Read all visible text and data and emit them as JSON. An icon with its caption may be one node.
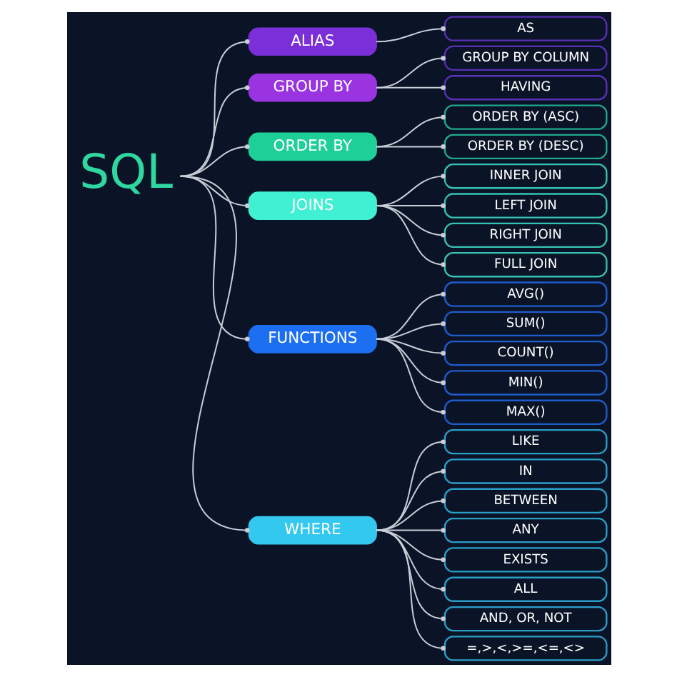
{
  "diagram": {
    "nodes": [
      {
        "text": [
          "SQL"
        ]
      },
      {
        "text": [
          "ALIAS"
        ]
      },
      {
        "text": [
          "GROUP BY"
        ]
      },
      {
        "text": [
          "ORDER BY"
        ]
      },
      {
        "text": [
          "JOINS"
        ]
      },
      {
        "text": [
          "FUNCTIONS"
        ]
      },
      {
        "text": [
          "WHERE"
        ]
      },
      {
        "text": [
          "AS"
        ]
      },
      {
        "text": [
          "GROUP BY COLUMN"
        ]
      },
      {
        "text": [
          "HAVING"
        ]
      },
      {
        "text": [
          "ORDER BY (ASC)"
        ]
      },
      {
        "text": [
          "ORDER BY (DESC)"
        ]
      },
      {
        "text": [
          "INNER JOIN"
        ]
      },
      {
        "text": [
          "LEFT JOIN"
        ]
      },
      {
        "text": [
          "RIGHT JOIN"
        ]
      },
      {
        "text": [
          "FULL JOIN"
        ]
      },
      {
        "text": [
          "AVG()"
        ]
      },
      {
        "text": [
          "SUM()"
        ]
      },
      {
        "text": [
          "COUNT()"
        ]
      },
      {
        "text": [
          "MIN()"
        ]
      },
      {
        "text": [
          "MAX()"
        ]
      },
      {
        "text": [
          "LIKE"
        ]
      },
      {
        "text": [
          "IN"
        ]
      },
      {
        "text": [
          "BETWEEN"
        ]
      },
      {
        "text": [
          "ANY"
        ]
      },
      {
        "text": [
          "EXISTS"
        ]
      },
      {
        "text": [
          "ALL"
        ]
      },
      {
        "text": [
          "AND, OR, NOT"
        ]
      },
      {
        "text": [
          "=,>,<,>=,<=,<>"
        ]
      }
    ],
    "edges": [
      {
        "from": 0,
        "to": 1,
        "arrow": "other"
      },
      {
        "from": 0,
        "to": 2,
        "arrow": "other"
      },
      {
        "from": 0,
        "to": 3,
        "arrow": "other"
      },
      {
        "from": 0,
        "to": 4,
        "arrow": "other"
      },
      {
        "from": 0,
        "to": 5,
        "arrow": "other"
      },
      {
        "from": 0,
        "to": 6,
        "arrow": "other"
      },
      {
        "from": 1,
        "to": 7,
        "arrow": "other"
      },
      {
        "from": 2,
        "to": 8,
        "arrow": "other"
      },
      {
        "from": 2,
        "to": 9,
        "arrow": "other"
      },
      {
        "from": 3,
        "to": 10,
        "arrow": "other"
      },
      {
        "from": 3,
        "to": 11,
        "arrow": "other"
      },
      {
        "from": 4,
        "to": 12,
        "arrow": "other"
      },
      {
        "from": 4,
        "to": 13,
        "arrow": "other"
      },
      {
        "from": 4,
        "to": 14,
        "arrow": "other"
      },
      {
        "from": 4,
        "to": 15,
        "arrow": "other"
      },
      {
        "from": 5,
        "to": 16,
        "arrow": "other"
      },
      {
        "from": 5,
        "to": 17,
        "arrow": "other"
      },
      {
        "from": 5,
        "to": 18,
        "arrow": "other"
      },
      {
        "from": 5,
        "to": 19,
        "arrow": "other"
      },
      {
        "from": 5,
        "to": 20,
        "arrow": "other"
      },
      {
        "from": 6,
        "to": 21,
        "arrow": "other"
      },
      {
        "from": 6,
        "to": 22,
        "arrow": "other"
      },
      {
        "from": 6,
        "to": 23,
        "arrow": "other"
      },
      {
        "from": 6,
        "to": 24,
        "arrow": "other"
      },
      {
        "from": 6,
        "to": 25,
        "arrow": "other"
      },
      {
        "from": 6,
        "to": 26,
        "arrow": "other"
      },
      {
        "from": 6,
        "to": 27,
        "arrow": "other"
      },
      {
        "from": 6,
        "to": 28,
        "arrow": "other"
      }
    ]
  }
}
